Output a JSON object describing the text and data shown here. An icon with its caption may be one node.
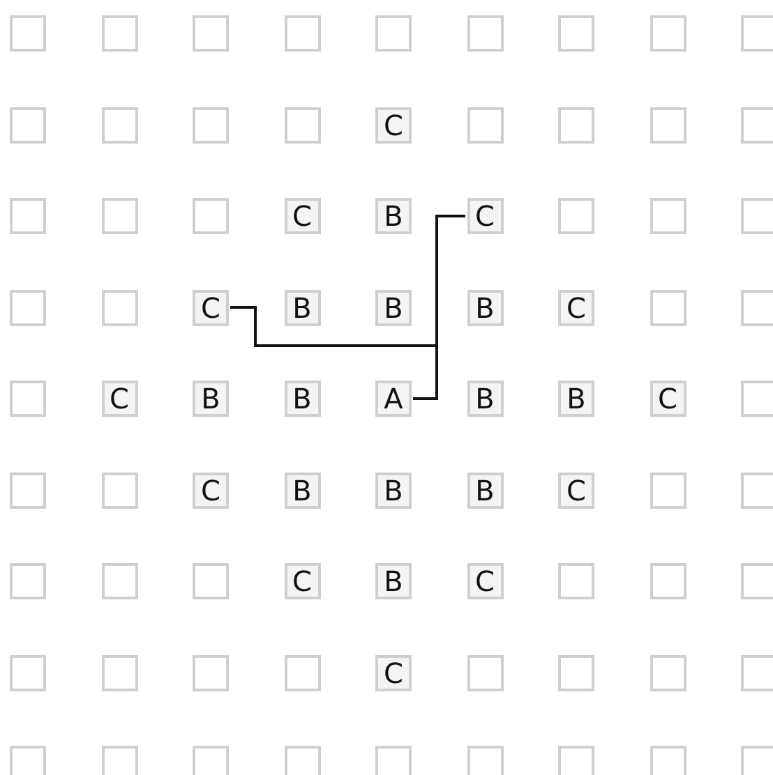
{
  "diagram": {
    "nodes": [
      {
        "text": [],
        "shape": "box"
      },
      {
        "text": [],
        "shape": "box"
      },
      {
        "text": [],
        "shape": "box"
      },
      {
        "text": [],
        "shape": "box"
      },
      {
        "text": [],
        "shape": "box"
      },
      {
        "text": [],
        "shape": "box"
      },
      {
        "text": [],
        "shape": "box"
      },
      {
        "text": [],
        "shape": "box"
      },
      {
        "text": [],
        "shape": "box"
      },
      {
        "text": [],
        "shape": "box"
      },
      {
        "text": [],
        "shape": "box"
      },
      {
        "text": [],
        "shape": "box"
      },
      {
        "text": [],
        "shape": "box"
      },
      {
        "text": [
          "C"
        ]
      },
      {
        "text": [],
        "shape": "box"
      },
      {
        "text": [],
        "shape": "box"
      },
      {
        "text": [],
        "shape": "box"
      },
      {
        "text": [],
        "shape": "box"
      },
      {
        "text": [],
        "shape": "box"
      },
      {
        "text": [],
        "shape": "box"
      },
      {
        "text": [],
        "shape": "box"
      },
      {
        "text": [
          "C"
        ]
      },
      {
        "text": [
          "B"
        ]
      },
      {
        "text": [
          "C"
        ]
      },
      {
        "text": [],
        "shape": "box"
      },
      {
        "text": [],
        "shape": "box"
      },
      {
        "text": [],
        "shape": "box"
      },
      {
        "text": [],
        "shape": "box"
      },
      {
        "text": [],
        "shape": "box"
      },
      {
        "text": [
          "C"
        ]
      },
      {
        "text": [
          "B"
        ]
      },
      {
        "text": [
          "B"
        ]
      },
      {
        "text": [
          "B"
        ]
      },
      {
        "text": [
          "C"
        ]
      },
      {
        "text": [],
        "shape": "box"
      },
      {
        "text": [],
        "shape": "box"
      },
      {
        "text": [],
        "shape": "box"
      },
      {
        "text": [
          "C"
        ]
      },
      {
        "text": [
          "B"
        ]
      },
      {
        "text": [
          "B"
        ]
      },
      {
        "text": [
          "A"
        ]
      },
      {
        "text": [
          "B"
        ]
      },
      {
        "text": [
          "B"
        ]
      },
      {
        "text": [
          "C"
        ]
      },
      {
        "text": [],
        "shape": "box"
      },
      {
        "text": [],
        "shape": "box"
      },
      {
        "text": [],
        "shape": "box"
      },
      {
        "text": [
          "C"
        ]
      },
      {
        "text": [
          "B"
        ]
      },
      {
        "text": [
          "B"
        ]
      },
      {
        "text": [
          "B"
        ]
      },
      {
        "text": [
          "C"
        ]
      },
      {
        "text": [],
        "shape": "box"
      },
      {
        "text": [],
        "shape": "box"
      },
      {
        "text": [],
        "shape": "box"
      },
      {
        "text": [],
        "shape": "box"
      },
      {
        "text": [],
        "shape": "box"
      },
      {
        "text": [
          "C"
        ]
      },
      {
        "text": [
          "B"
        ]
      },
      {
        "text": [
          "C"
        ]
      },
      {
        "text": [],
        "shape": "box"
      },
      {
        "text": [],
        "shape": "box"
      },
      {
        "text": [],
        "shape": "box"
      },
      {
        "text": [],
        "shape": "box"
      },
      {
        "text": [],
        "shape": "box"
      },
      {
        "text": [],
        "shape": "box"
      },
      {
        "text": [],
        "shape": "box"
      },
      {
        "text": [
          "C"
        ]
      },
      {
        "text": [],
        "shape": "box"
      },
      {
        "text": [],
        "shape": "box"
      },
      {
        "text": [],
        "shape": "box"
      },
      {
        "text": [],
        "shape": "box"
      },
      {
        "text": [],
        "shape": "box"
      },
      {
        "text": [],
        "shape": "box"
      },
      {
        "text": [],
        "shape": "box"
      },
      {
        "text": [],
        "shape": "box"
      },
      {
        "text": [],
        "shape": "box"
      },
      {
        "text": [],
        "shape": "box"
      },
      {
        "text": [],
        "shape": "box"
      },
      {
        "text": [],
        "shape": "box"
      },
      {
        "text": [],
        "shape": "box"
      }
    ],
    "edges": [
      {
        "from": 40,
        "to": 23,
        "arrow": "none"
      },
      {
        "from": 40,
        "to": 29,
        "arrow": "none"
      }
    ]
  }
}
